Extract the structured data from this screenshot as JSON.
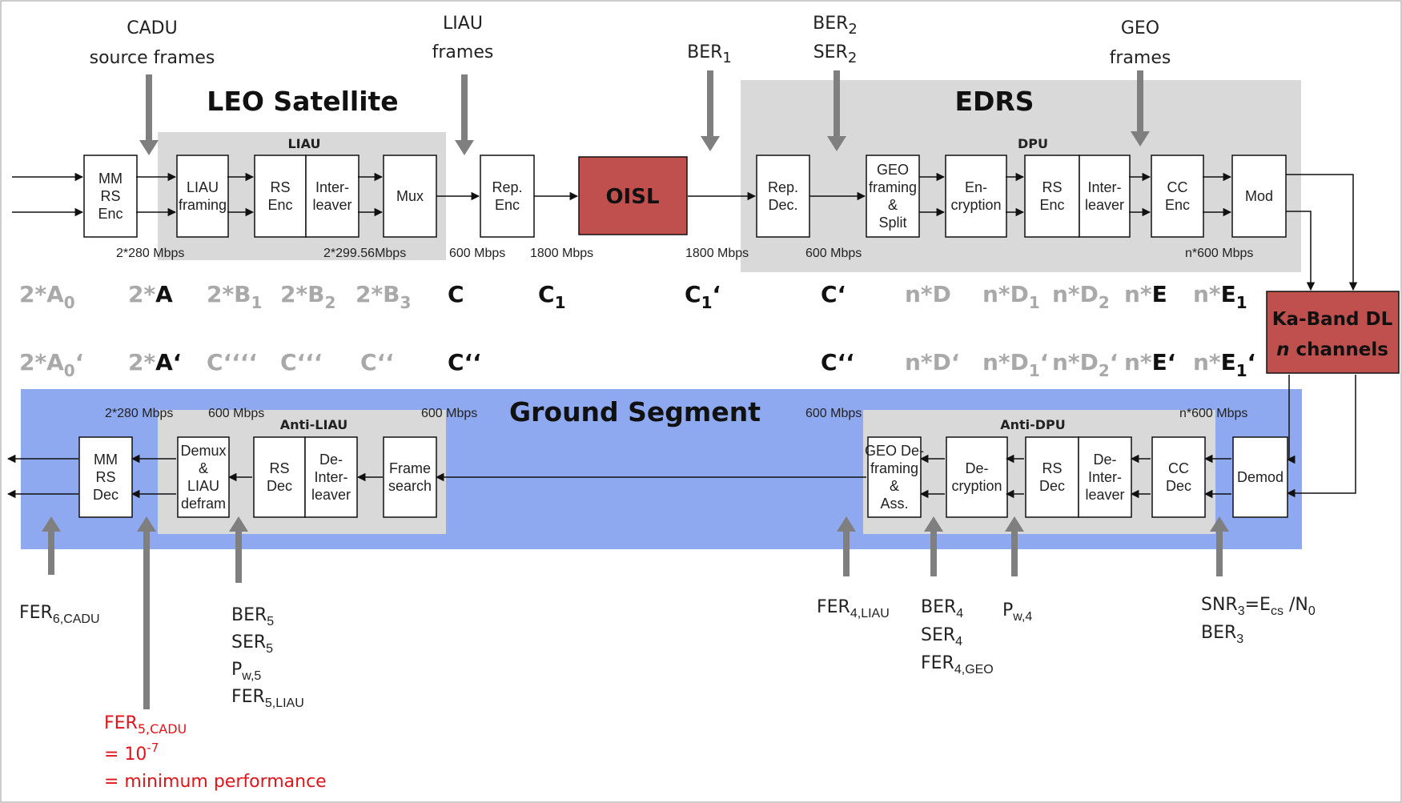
{
  "sections": {
    "leo_satellite": "LEO Satellite",
    "edrs": "EDRS",
    "ground_segment": "Ground Segment"
  },
  "panels": {
    "liau": "LIAU",
    "dpu": "DPU",
    "anti_liau": "Anti-LIAU",
    "anti_dpu": "Anti-DPU"
  },
  "blocks": {
    "mm_rs_enc": [
      "MM",
      "RS",
      "Enc"
    ],
    "liau_framing": [
      "LIAU",
      "framing"
    ],
    "rs_enc_1": [
      "RS",
      "Enc"
    ],
    "interleaver_1": [
      "Inter-",
      "leaver"
    ],
    "mux": [
      "Mux"
    ],
    "rep_enc": [
      "Rep.",
      "Enc"
    ],
    "oisl": "OISL",
    "rep_dec": [
      "Rep.",
      "Dec."
    ],
    "geo_framing": [
      "GEO",
      "framing",
      "&",
      "Split"
    ],
    "encryption": [
      "En-",
      "cryption"
    ],
    "rs_enc_2": [
      "RS",
      "Enc"
    ],
    "interleaver_2": [
      "Inter-",
      "leaver"
    ],
    "cc_enc": [
      "CC",
      "Enc"
    ],
    "mod": [
      "Mod"
    ],
    "kaband_line1": "Ka-Band DL",
    "kaband_line2_italic": "n",
    "kaband_line2_rest": " channels",
    "mm_rs_dec": [
      "MM",
      "RS",
      "Dec"
    ],
    "demux": [
      "Demux",
      "&",
      "LIAU",
      "defram"
    ],
    "rs_dec_1": [
      "RS",
      "Dec"
    ],
    "deinterleaver_1": [
      "De-",
      "Inter-",
      "leaver"
    ],
    "frame_search": [
      "Frame",
      "search"
    ],
    "geo_deframing": [
      "GEO De-",
      "framing",
      "&",
      "Ass."
    ],
    "decryption": [
      "De-",
      "cryption"
    ],
    "rs_dec_2": [
      "RS",
      "Dec"
    ],
    "deinterleaver_2": [
      "De-",
      "Inter-",
      "leaver"
    ],
    "cc_dec": [
      "CC",
      "Dec"
    ],
    "demod": [
      "Demod"
    ]
  },
  "inputs_top": {
    "cadu": [
      "CADU",
      "source frames"
    ],
    "liau": [
      "LIAU",
      "frames"
    ],
    "ber1": {
      "base": "BER",
      "sub": "1"
    },
    "ber2": {
      "base": "BER",
      "sub": "2"
    },
    "ser2": {
      "base": "SER",
      "sub": "2"
    },
    "geo": [
      "GEO",
      "frames"
    ]
  },
  "rates_top": {
    "r1": "2*280 Mbps",
    "r2": "2*299.56Mbps",
    "r3": "600 Mbps",
    "r4": "1800 Mbps",
    "r5": "1800 Mbps",
    "r6": "600 Mbps",
    "r7": "n*600 Mbps"
  },
  "rates_bottom": {
    "r1": "2*280 Mbps",
    "r2": "600 Mbps",
    "r3": "600 Mbps",
    "r4": "600 Mbps",
    "r5": "n*600 Mbps"
  },
  "points_row1": [
    {
      "pre": "2*",
      "main": "A",
      "sub": "0",
      "mark": "",
      "style": "gray"
    },
    {
      "pre": "2*",
      "main": "A",
      "sub": "",
      "mark": "",
      "style": "gray-dark"
    },
    {
      "pre": "2*",
      "main": "B",
      "sub": "1",
      "mark": "",
      "style": "gray"
    },
    {
      "pre": "2*",
      "main": "B",
      "sub": "2",
      "mark": "",
      "style": "gray"
    },
    {
      "pre": "2*",
      "main": "B",
      "sub": "3",
      "mark": "",
      "style": "gray"
    },
    {
      "pre": "",
      "main": "C",
      "sub": "",
      "mark": "",
      "style": "dark"
    },
    {
      "pre": "",
      "main": "C",
      "sub": "1",
      "mark": "",
      "style": "dark"
    },
    {
      "pre": "",
      "main": "C",
      "sub": "1",
      "mark": "‘",
      "style": "dark"
    },
    {
      "pre": "",
      "main": "C",
      "sub": "",
      "mark": "‘",
      "style": "dark"
    },
    {
      "pre": "n*",
      "main": "D",
      "sub": "",
      "mark": "",
      "style": "gray"
    },
    {
      "pre": "n*",
      "main": "D",
      "sub": "1",
      "mark": "",
      "style": "gray"
    },
    {
      "pre": "n*",
      "main": "D",
      "sub": "2",
      "mark": "",
      "style": "gray"
    },
    {
      "pre": "n*",
      "main": "E",
      "sub": "",
      "mark": "",
      "style": "gray-dark"
    },
    {
      "pre": "n*",
      "main": "E",
      "sub": "1",
      "mark": "",
      "style": "gray-dark"
    }
  ],
  "points_row2": [
    {
      "pre": "2*",
      "main": "A",
      "sub": "0",
      "mark": "‘",
      "style": "gray"
    },
    {
      "pre": "2*",
      "main": "A",
      "sub": "",
      "mark": "‘",
      "style": "gray-dark"
    },
    {
      "pre": "",
      "main": "C",
      "sub": "",
      "mark": "‘‘‘‘",
      "style": "gray"
    },
    {
      "pre": "",
      "main": "C",
      "sub": "",
      "mark": "‘‘‘",
      "style": "gray"
    },
    {
      "pre": "",
      "main": "C",
      "sub": "",
      "mark": "‘‘",
      "style": "gray"
    },
    {
      "pre": "",
      "main": "C",
      "sub": "",
      "mark": "‘‘",
      "style": "dark"
    },
    {
      "pre": "",
      "main": "C",
      "sub": "",
      "mark": "‘‘",
      "style": "dark"
    },
    {
      "pre": "n*",
      "main": "D",
      "sub": "",
      "mark": "‘",
      "style": "gray"
    },
    {
      "pre": "n*",
      "main": "D",
      "sub": "1",
      "mark": "‘",
      "style": "gray"
    },
    {
      "pre": "n*",
      "main": "D",
      "sub": "2",
      "mark": "‘",
      "style": "gray"
    },
    {
      "pre": "n*",
      "main": "E",
      "sub": "",
      "mark": "‘",
      "style": "gray-dark"
    },
    {
      "pre": "n*",
      "main": "E",
      "sub": "1",
      "mark": "‘",
      "style": "gray-dark"
    }
  ],
  "metrics_bottom": {
    "fer6": {
      "base": "FER",
      "sub": "6,CADU"
    },
    "fer5_cadu": {
      "base": "FER",
      "sub": "5,CADU"
    },
    "fer5_value_pre": "= 10",
    "fer5_value_exp": "-7",
    "fer5_note": "= minimum performance",
    "ber5": {
      "base": "BER",
      "sub": "5"
    },
    "ser5": {
      "base": "SER",
      "sub": "5"
    },
    "pw5": {
      "base": "P",
      "sub": "w,5"
    },
    "fer5_liau": {
      "base": "FER",
      "sub": "5,LIAU"
    },
    "fer4_liau": {
      "base": "FER",
      "sub": "4,LIAU"
    },
    "ber4": {
      "base": "BER",
      "sub": "4"
    },
    "ser4": {
      "base": "SER",
      "sub": "4"
    },
    "fer4_geo": {
      "base": "FER",
      "sub": "4,GEO"
    },
    "pw4": {
      "base": "P",
      "sub": "w,4"
    },
    "snr3": {
      "a": "SNR",
      "a_sub": "3",
      "b": "=E",
      "b_sub": "cs",
      "c": " /N",
      "c_sub": "0"
    },
    "ber3": {
      "base": "BER",
      "sub": "3"
    }
  },
  "colors": {
    "panel_gray": "#d9d9d9",
    "ground_blue": "#8ea9f0",
    "oisl_red": "#c0504d",
    "arrow_gray": "#7f7f7f",
    "annotation_red": "#e0141b"
  }
}
